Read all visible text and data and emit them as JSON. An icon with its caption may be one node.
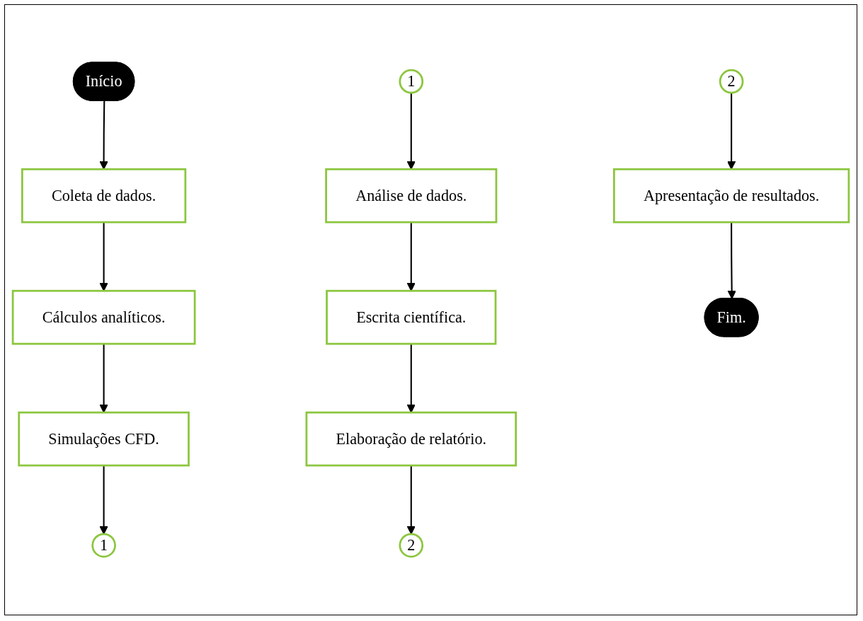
{
  "diagram": {
    "nodes": [
      {
        "text": [
          "Início"
        ]
      },
      {
        "text": [
          "Coleta de dados."
        ]
      },
      {
        "text": [
          "Cálculos analíticos."
        ]
      },
      {
        "text": [
          "Simulações CFD."
        ]
      },
      {
        "text": [
          "1"
        ]
      },
      {
        "text": [
          "1"
        ]
      },
      {
        "text": [
          "Análise de dados."
        ]
      },
      {
        "text": [
          "Escrita científica."
        ]
      },
      {
        "text": [
          "Elaboração de relatório."
        ]
      },
      {
        "text": [
          "2"
        ]
      },
      {
        "text": [
          "2"
        ]
      },
      {
        "text": [
          "Apresentação de resultados."
        ]
      },
      {
        "text": [
          "Fim."
        ]
      }
    ],
    "edges": [
      {
        "from": 0,
        "to": 1,
        "arrow": "to"
      },
      {
        "from": 1,
        "to": 2,
        "arrow": "to"
      },
      {
        "from": 2,
        "to": 3,
        "arrow": "to"
      },
      {
        "from": 3,
        "to": 4,
        "arrow": "to"
      },
      {
        "from": 5,
        "to": 6,
        "arrow": "to"
      },
      {
        "from": 6,
        "to": 7,
        "arrow": "to"
      },
      {
        "from": 7,
        "to": 8,
        "arrow": "to"
      },
      {
        "from": 8,
        "to": 9,
        "arrow": "to"
      },
      {
        "from": 10,
        "to": 11,
        "arrow": "to"
      },
      {
        "from": 11,
        "to": 12,
        "arrow": "to"
      }
    ]
  }
}
